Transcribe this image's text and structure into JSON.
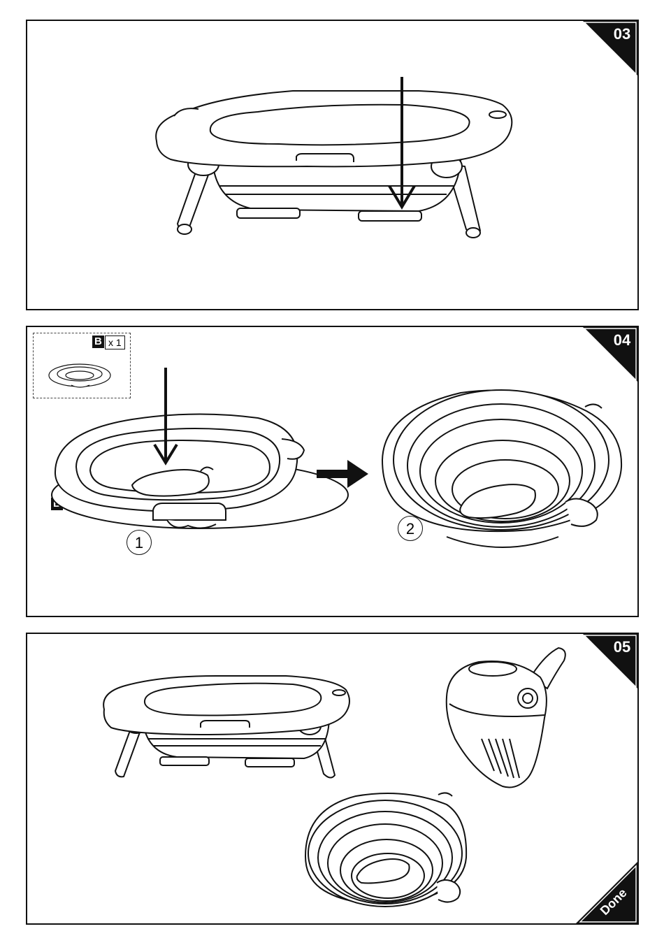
{
  "steps": {
    "s3": {
      "number": "03"
    },
    "s4": {
      "number": "04",
      "part_label": "B",
      "part_qty": "x 1",
      "callout_1": "1",
      "callout_2": "2"
    },
    "s5": {
      "number": "05",
      "done_label": "Done"
    }
  },
  "colors": {
    "ink": "#111111",
    "paper": "#ffffff"
  },
  "icons": [
    "baby-bathtub-illustration",
    "collapsible-basin-illustration",
    "rinse-cup-illustration",
    "down-arrow-icon",
    "right-arrow-icon"
  ]
}
